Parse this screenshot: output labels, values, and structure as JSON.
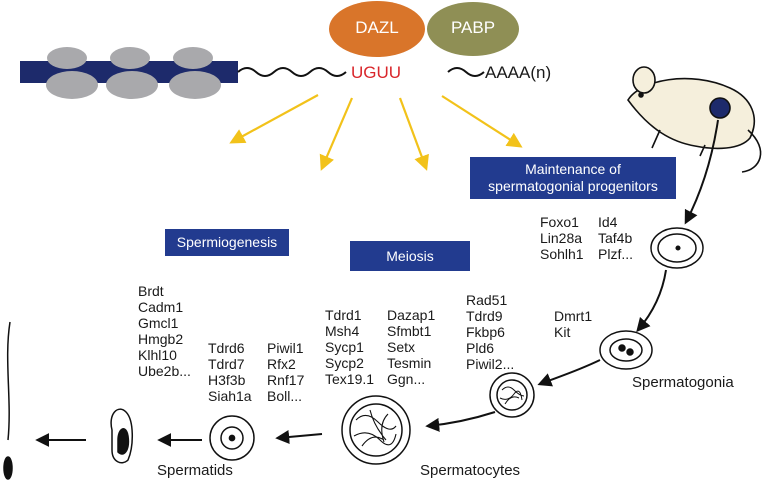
{
  "mrna": {
    "motif": "UGUU",
    "tail": "AAAA(n)",
    "proteins": [
      "DAZL",
      "PABP"
    ]
  },
  "processes": {
    "spermiogenesis": "Spermiogenesis",
    "meiosis": "Meiosis",
    "maintenance": "Maintenance of\nspermatogonial progenitors"
  },
  "gene_lists": {
    "progenitor_col1": "Foxo1\nLin28a\nSohlh1",
    "progenitor_col2": "Id4\nTaf4b\nPlzf...",
    "spermatogonia": "Dmrt1\nKit",
    "meiosis_col1": "Rad51\nTdrd9\nFkbp6\nPld6\nPiwil2...",
    "meiosis_col2": "Tdrd1\nMsh4\nSycp1\nSycp2\nTex19.1",
    "meiosis_col3": "Dazap1\nSfmbt1\nSetx\nTesmin\nGgn...",
    "spermatid_col1": "Tdrd6\nTdrd7\nH3f3b\nSiah1a",
    "spermatid_col2": "Piwil1\nRfx2\nRnf17\nBoll...",
    "spermiogenesis": "Brdt\nCadm1\nGmcl1\nHmgb2\nKlhl10\nUbe2b..."
  },
  "stages": {
    "spermatogonia": "Spermatogonia",
    "spermatocytes": "Spermatocytes",
    "spermatids": "Spermatids"
  },
  "colors": {
    "dazl": "#d9752a",
    "pabp": "#8f8f55",
    "motif": "#d9262b",
    "box": "#223b8f",
    "arrow_yellow": "#f2c21a",
    "ribosome": "#a9a9ac",
    "mrna_bar": "#1d2a6b"
  }
}
